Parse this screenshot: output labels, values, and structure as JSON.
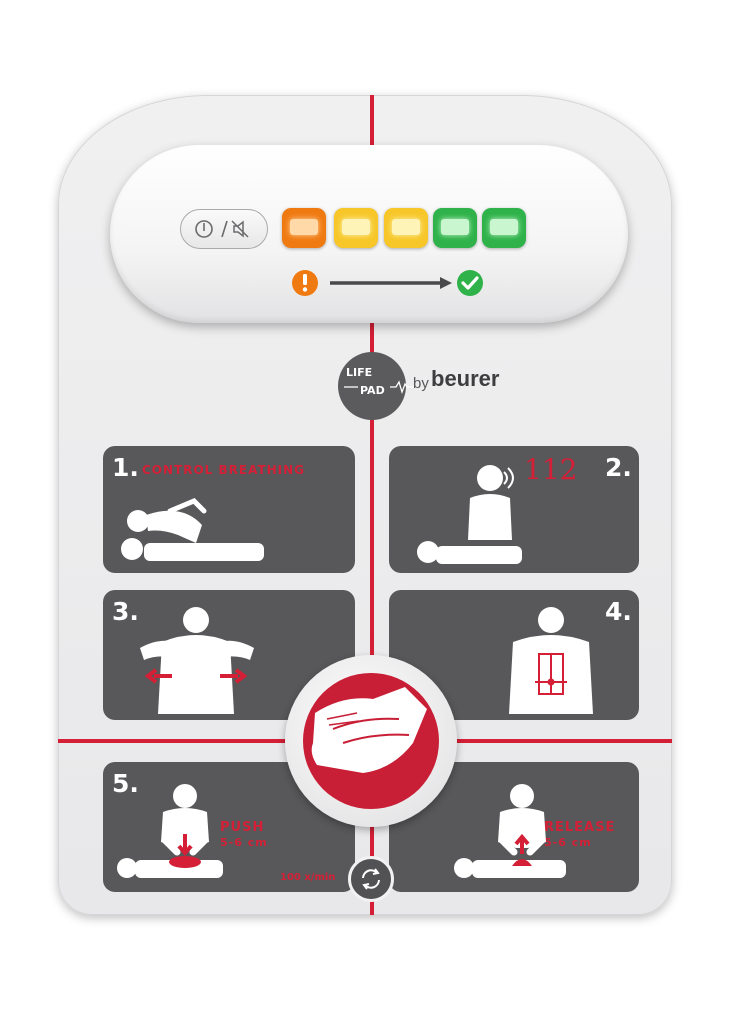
{
  "device": {
    "power_icon": "power-mute-icon",
    "leds": [
      {
        "name": "orange",
        "color": "#f07a12",
        "glow": "#ffd9a8"
      },
      {
        "name": "yellow1",
        "color": "#f7c72a",
        "glow": "#fff4b8"
      },
      {
        "name": "yellow2",
        "color": "#f7c72a",
        "glow": "#fff4b8"
      },
      {
        "name": "green1",
        "color": "#2fb24a",
        "glow": "#c9f5cf"
      },
      {
        "name": "green2",
        "color": "#2fb24a",
        "glow": "#c9f5cf"
      }
    ],
    "alert_icon": "exclamation-icon",
    "ok_icon": "check-icon",
    "alert_color": "#f07a12",
    "ok_color": "#2fb24a"
  },
  "brand": {
    "logo_line1": "LIFE",
    "logo_line2": "PAD",
    "by": "by",
    "name": "beurer"
  },
  "steps": [
    {
      "number": "1.",
      "label": "CONTROL BREATHING"
    },
    {
      "number": "2.",
      "label": "112"
    },
    {
      "number": "3."
    },
    {
      "number": "4."
    },
    {
      "number": "5.",
      "push": "PUSH",
      "push_depth": "5-6 cm",
      "release": "RELEASE",
      "release_depth": "5-6 cm",
      "rate": "100 x/min"
    }
  ],
  "colors": {
    "accent": "#d41f36",
    "panel": "#58585a",
    "pad": "#ececee"
  }
}
